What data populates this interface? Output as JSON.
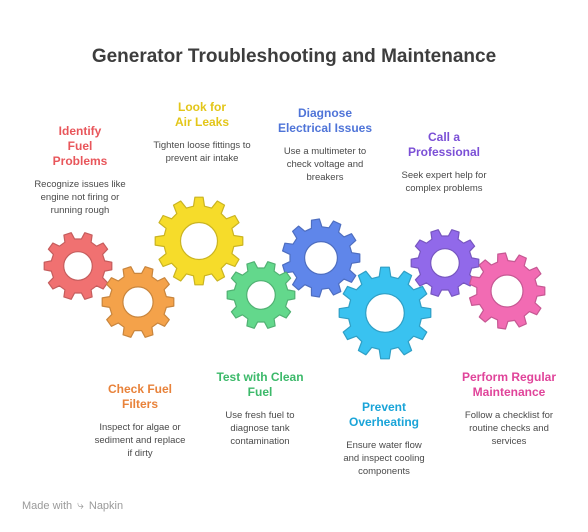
{
  "title": "Generator Troubleshooting and Maintenance",
  "steps": [
    {
      "heading": "Identify Fuel Problems",
      "text": "Recognize issues like engine not firing or running rough",
      "color": "#e8565b"
    },
    {
      "heading": "Check Fuel Filters",
      "text": "Inspect for algae or sediment and replace if dirty",
      "color": "#e8823a"
    },
    {
      "heading": "Look for Air Leaks",
      "text": "Tighten loose fittings to prevent air intake",
      "color": "#e3c619"
    },
    {
      "heading": "Test with Clean Fuel",
      "text": "Use fresh fuel to diagnose tank contamination",
      "color": "#3cb96a"
    },
    {
      "heading": "Diagnose Electrical Issues",
      "text": "Use a multimeter to check voltage and breakers",
      "color": "#4f74d8"
    },
    {
      "heading": "Prevent Overheating",
      "text": "Ensure water flow and inspect cooling components",
      "color": "#1aa4d8"
    },
    {
      "heading": "Call a Professional",
      "text": "Seek expert help for complex problems",
      "color": "#7b4fd6"
    },
    {
      "heading": "Perform Regular Maintenance",
      "text": "Follow a checklist for routine checks and services",
      "color": "#e0449a"
    }
  ],
  "gear_colors": [
    "#f07171",
    "#f4a24a",
    "#f6dc2a",
    "#63d88c",
    "#5f86ea",
    "#39c2f0",
    "#9169ea",
    "#f26bb3"
  ],
  "footer": {
    "made_with": "Made with",
    "brand": "Napkin"
  }
}
